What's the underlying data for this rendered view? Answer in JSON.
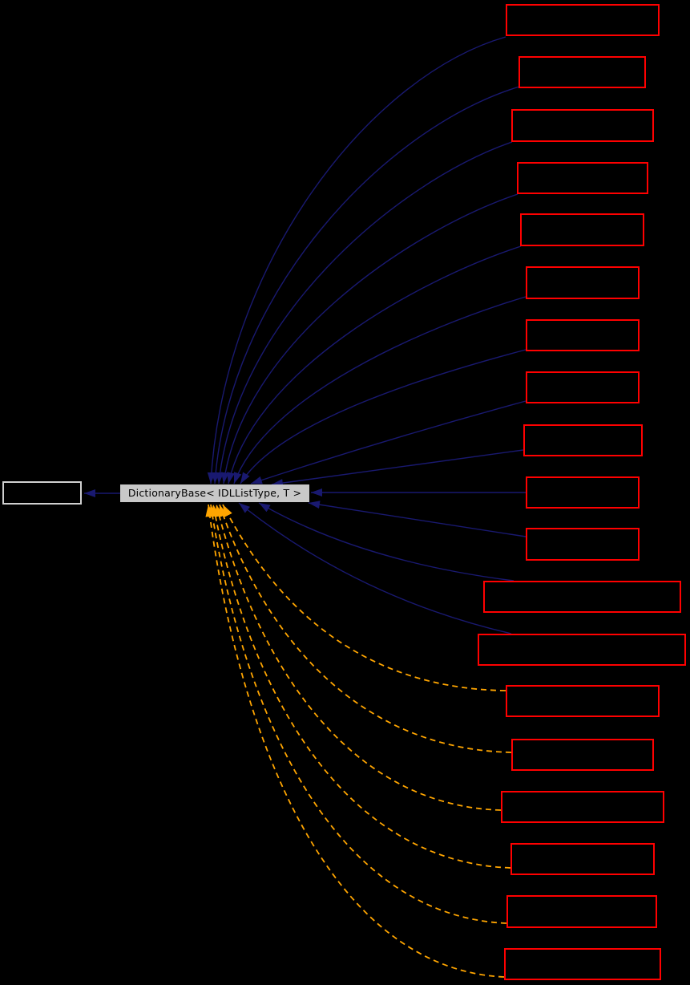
{
  "diagram": {
    "type": "class-inheritance-graph",
    "background_color": "#000000",
    "main_node": {
      "id": "dictionary-base",
      "label": "DictionaryBase< IDLListType, T >",
      "fill_color": "#c8c8c8",
      "text_color": "#000000"
    },
    "base_node": {
      "id": "base-class",
      "label": "",
      "border_color": "#d0d0d0"
    },
    "derived_nodes": [
      {
        "id": "derived-1",
        "label": "",
        "border_color": "#ff0000"
      },
      {
        "id": "derived-2",
        "label": "",
        "border_color": "#ff0000"
      },
      {
        "id": "derived-3",
        "label": "",
        "border_color": "#ff0000"
      },
      {
        "id": "derived-4",
        "label": "",
        "border_color": "#ff0000"
      },
      {
        "id": "derived-5",
        "label": "",
        "border_color": "#ff0000"
      },
      {
        "id": "derived-6",
        "label": "",
        "border_color": "#ff0000"
      },
      {
        "id": "derived-7",
        "label": "",
        "border_color": "#ff0000"
      },
      {
        "id": "derived-8",
        "label": "",
        "border_color": "#ff0000"
      },
      {
        "id": "derived-9",
        "label": "",
        "border_color": "#ff0000"
      },
      {
        "id": "derived-10",
        "label": "",
        "border_color": "#ff0000"
      },
      {
        "id": "derived-11",
        "label": "",
        "border_color": "#ff0000"
      },
      {
        "id": "derived-12",
        "label": "",
        "border_color": "#ff0000"
      },
      {
        "id": "derived-13",
        "label": "",
        "border_color": "#ff0000"
      }
    ],
    "template_instance_nodes": [
      {
        "id": "template-1",
        "label": "",
        "border_color": "#ff0000"
      },
      {
        "id": "template-2",
        "label": "",
        "border_color": "#ff0000"
      },
      {
        "id": "template-3",
        "label": "",
        "border_color": "#ff0000"
      },
      {
        "id": "template-4",
        "label": "",
        "border_color": "#ff0000"
      },
      {
        "id": "template-5",
        "label": "",
        "border_color": "#ff0000"
      },
      {
        "id": "template-6",
        "label": "",
        "border_color": "#ff0000"
      }
    ],
    "edge_styles": {
      "inheritance": {
        "color": "#191970",
        "line": "solid"
      },
      "template_instantiation": {
        "color": "#ffa500",
        "line": "dashed"
      }
    },
    "edges": [
      {
        "from": "dictionary-base",
        "to": "base-class",
        "type": "inheritance"
      },
      {
        "from": "derived-1",
        "to": "dictionary-base",
        "type": "inheritance"
      },
      {
        "from": "derived-2",
        "to": "dictionary-base",
        "type": "inheritance"
      },
      {
        "from": "derived-3",
        "to": "dictionary-base",
        "type": "inheritance"
      },
      {
        "from": "derived-4",
        "to": "dictionary-base",
        "type": "inheritance"
      },
      {
        "from": "derived-5",
        "to": "dictionary-base",
        "type": "inheritance"
      },
      {
        "from": "derived-6",
        "to": "dictionary-base",
        "type": "inheritance"
      },
      {
        "from": "derived-7",
        "to": "dictionary-base",
        "type": "inheritance"
      },
      {
        "from": "derived-8",
        "to": "dictionary-base",
        "type": "inheritance"
      },
      {
        "from": "derived-9",
        "to": "dictionary-base",
        "type": "inheritance"
      },
      {
        "from": "derived-10",
        "to": "dictionary-base",
        "type": "inheritance"
      },
      {
        "from": "derived-11",
        "to": "dictionary-base",
        "type": "inheritance"
      },
      {
        "from": "derived-12",
        "to": "dictionary-base",
        "type": "inheritance"
      },
      {
        "from": "derived-13",
        "to": "dictionary-base",
        "type": "inheritance"
      },
      {
        "from": "template-1",
        "to": "dictionary-base",
        "type": "template_instantiation"
      },
      {
        "from": "template-2",
        "to": "dictionary-base",
        "type": "template_instantiation"
      },
      {
        "from": "template-3",
        "to": "dictionary-base",
        "type": "template_instantiation"
      },
      {
        "from": "template-4",
        "to": "dictionary-base",
        "type": "template_instantiation"
      },
      {
        "from": "template-5",
        "to": "dictionary-base",
        "type": "template_instantiation"
      },
      {
        "from": "template-6",
        "to": "dictionary-base",
        "type": "template_instantiation"
      }
    ]
  }
}
